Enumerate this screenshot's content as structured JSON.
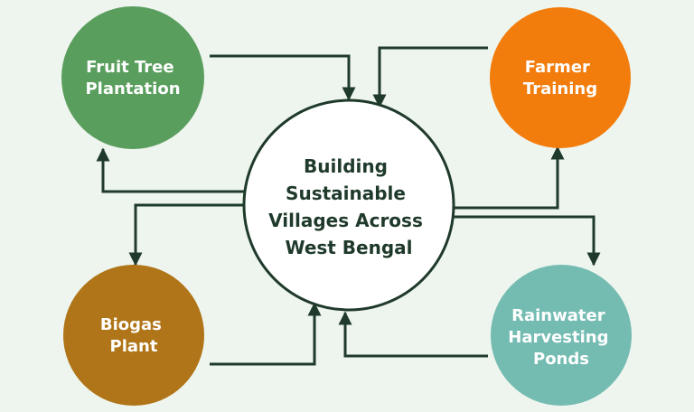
{
  "diagram": {
    "center": {
      "lines": [
        "Building",
        "Sustainable",
        "Villages Across",
        "West Bengal"
      ],
      "fill": "#ffffff",
      "stroke": "#1f3a2b"
    },
    "nodes": [
      {
        "id": "fruit-tree-plantation",
        "lines": [
          "Fruit Tree",
          "Plantation"
        ],
        "color": "#5a9e5e"
      },
      {
        "id": "farmer-training",
        "lines": [
          "Farmer",
          "Training"
        ],
        "color": "#f27c0c"
      },
      {
        "id": "biogas-plant",
        "lines": [
          "Biogas",
          "Plant"
        ],
        "color": "#b07518"
      },
      {
        "id": "rainwater-harvesting-ponds",
        "lines": [
          "Rainwater",
          "Harvesting",
          "Ponds"
        ],
        "color": "#74bcb2"
      }
    ],
    "arrow_color": "#1f3a2b",
    "background": "#eef5ee"
  }
}
